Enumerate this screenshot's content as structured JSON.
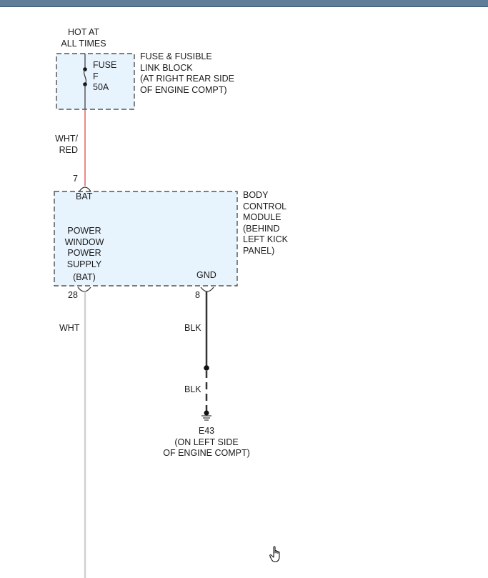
{
  "colors": {
    "box_fill": "#e8f4fd",
    "wire_wht_red": "#e04848",
    "wire_wht": "#d0d0d0",
    "wire_blk": "#333333",
    "dash": "#333333"
  },
  "power_source": {
    "line1": "HOT AT",
    "line2": "ALL TIMES"
  },
  "fuse": {
    "line1": "FUSE",
    "line2": "F",
    "line3": "50A"
  },
  "fuse_block": {
    "line1": "FUSE & FUSIBLE",
    "line2": "LINK BLOCK",
    "line3": "(AT RIGHT REAR SIDE",
    "line4": "OF ENGINE COMPT)"
  },
  "wire1": {
    "line1": "WHT/",
    "line2": "RED"
  },
  "bcm": {
    "pin_bat_num": "7",
    "pin_bat_label": "BAT",
    "name_line1": "BODY",
    "name_line2": "CONTROL",
    "name_line3": "MODULE",
    "name_line4": "(BEHIND",
    "name_line5": "LEFT KICK",
    "name_line6": "PANEL)",
    "func_line1": "POWER",
    "func_line2": "WINDOW",
    "func_line3": "POWER",
    "func_line4": "SUPPLY",
    "func_line5": "(BAT)",
    "pin_gnd_label": "GND",
    "pin_out_num": "28",
    "pin_gnd_num": "8"
  },
  "wire_out": {
    "color_label": "WHT"
  },
  "wire_gnd": {
    "label_upper": "BLK",
    "label_lower": "BLK"
  },
  "ground": {
    "id": "E43",
    "line1": "(ON LEFT SIDE",
    "line2": "OF ENGINE COMPT)"
  },
  "cursor": {
    "icon": "hand-pointer-icon"
  }
}
